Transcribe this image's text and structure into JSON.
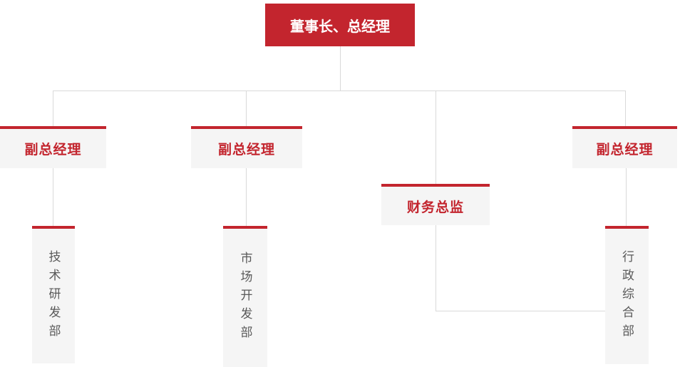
{
  "org_chart": {
    "root": {
      "label": "董事长、总经理",
      "role": "chairman-and-general-manager"
    },
    "managers": [
      {
        "label": "副总经理",
        "role": "deputy-general-manager-1"
      },
      {
        "label": "副总经理",
        "role": "deputy-general-manager-2"
      },
      {
        "label": "财务总监",
        "role": "finance-director"
      },
      {
        "label": "副总经理",
        "role": "deputy-general-manager-3"
      }
    ],
    "departments": [
      {
        "label": "技术研发部",
        "name": "technology-rd-department"
      },
      {
        "label": "市场开发部",
        "name": "market-development-department"
      },
      {
        "label": "行政综合部",
        "name": "administration-general-department"
      }
    ],
    "connections": [
      "root -> deputy-general-manager-1",
      "root -> deputy-general-manager-2",
      "root -> finance-director",
      "root -> deputy-general-manager-3",
      "deputy-general-manager-1 -> technology-rd-department",
      "deputy-general-manager-2 -> market-development-department",
      "deputy-general-manager-3 -> administration-general-department",
      "finance-director -> administration-general-department"
    ],
    "colors": {
      "accent_red": "#c3252e",
      "node_background": "#f5f5f5",
      "connector_line": "#d9d9d9",
      "department_text": "#595959",
      "root_text": "#ffffff",
      "page_background": "#ffffff"
    }
  }
}
